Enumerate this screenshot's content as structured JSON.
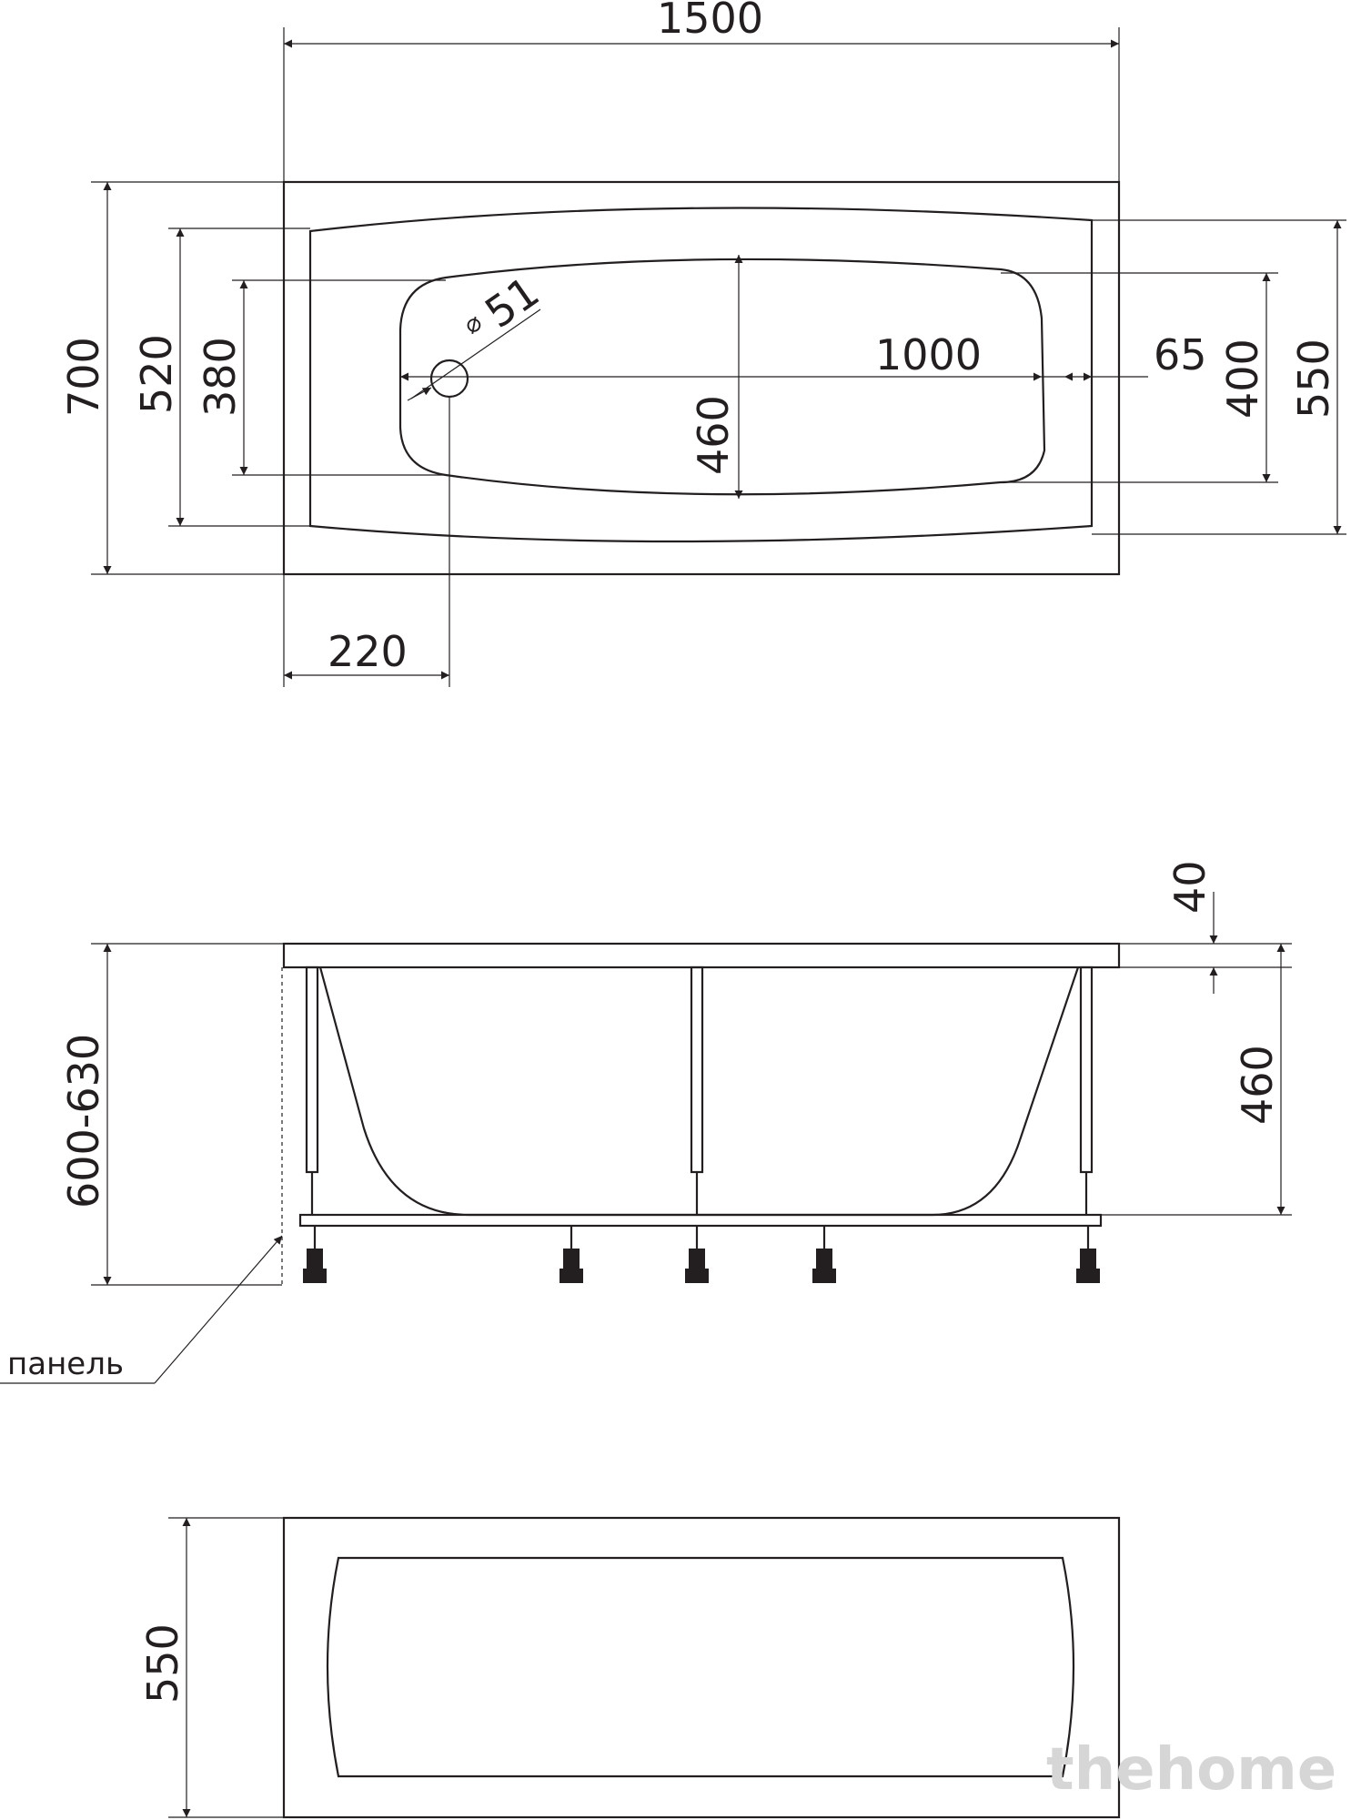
{
  "top_view": {
    "overall_length": "1500",
    "overall_width": "700",
    "inner_width_520": "520",
    "inner_width_380": "380",
    "drain_diameter_symbol": "⌀",
    "drain_diameter": "51",
    "bottom_length": "1000",
    "bottom_width": "460",
    "end_offset": "65",
    "rim_width_400": "400",
    "rim_width_550": "550",
    "drain_offset": "220"
  },
  "side_view": {
    "rim_thickness": "40",
    "total_height": "600-630",
    "tub_depth": "460",
    "panel_label": "панель"
  },
  "panel_view": {
    "panel_height": "550"
  },
  "watermark": "thehome"
}
